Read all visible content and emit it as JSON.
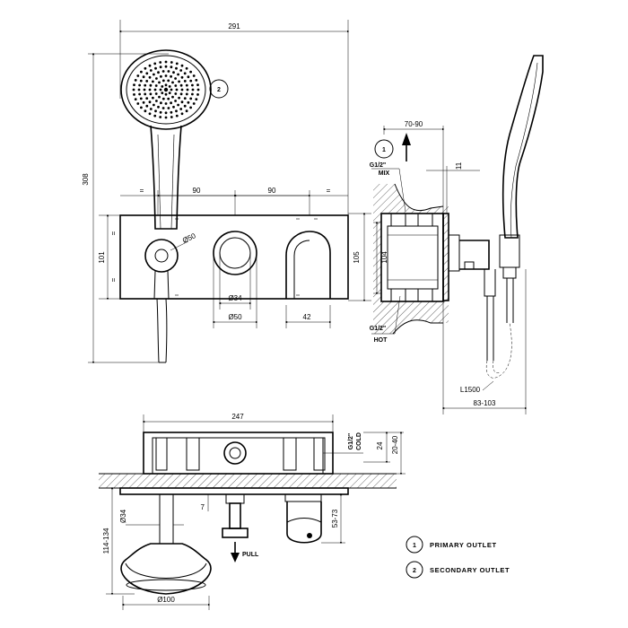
{
  "dimensions": {
    "overall_width": "291",
    "overall_height": "308",
    "spacing_left": "90",
    "spacing_right": "90",
    "plate_height_left": "101",
    "plate_height_right": "105",
    "holder_dia": "Ø50",
    "knob_inner_dia": "Ø34",
    "knob_outer_dia": "Ø50",
    "spout_width": "42",
    "projection": "70-90",
    "wall_offset": "11",
    "box_height": "104",
    "hose_length": "L1500",
    "depth_range": "83-103",
    "box_width": "247",
    "conn_depth": "24",
    "conn_range": "20-40",
    "top_depth": "53-73",
    "pipe_dia": "Ø34",
    "handset_depth": "114-134",
    "handset_dia": "Ø100",
    "small_7": "7"
  },
  "connections": {
    "mix": [
      "G1/2\"",
      "MIX"
    ],
    "hot": [
      "G1/2\"",
      "HOT"
    ],
    "cold": [
      "G1/2\"",
      "COLD"
    ]
  },
  "callouts": {
    "one": "1",
    "two": "2"
  },
  "pull_label": "PULL",
  "legend": [
    {
      "number": "1",
      "label": "PRIMARY OUTLET"
    },
    {
      "number": "2",
      "label": "SECONDARY OUTLET"
    }
  ]
}
